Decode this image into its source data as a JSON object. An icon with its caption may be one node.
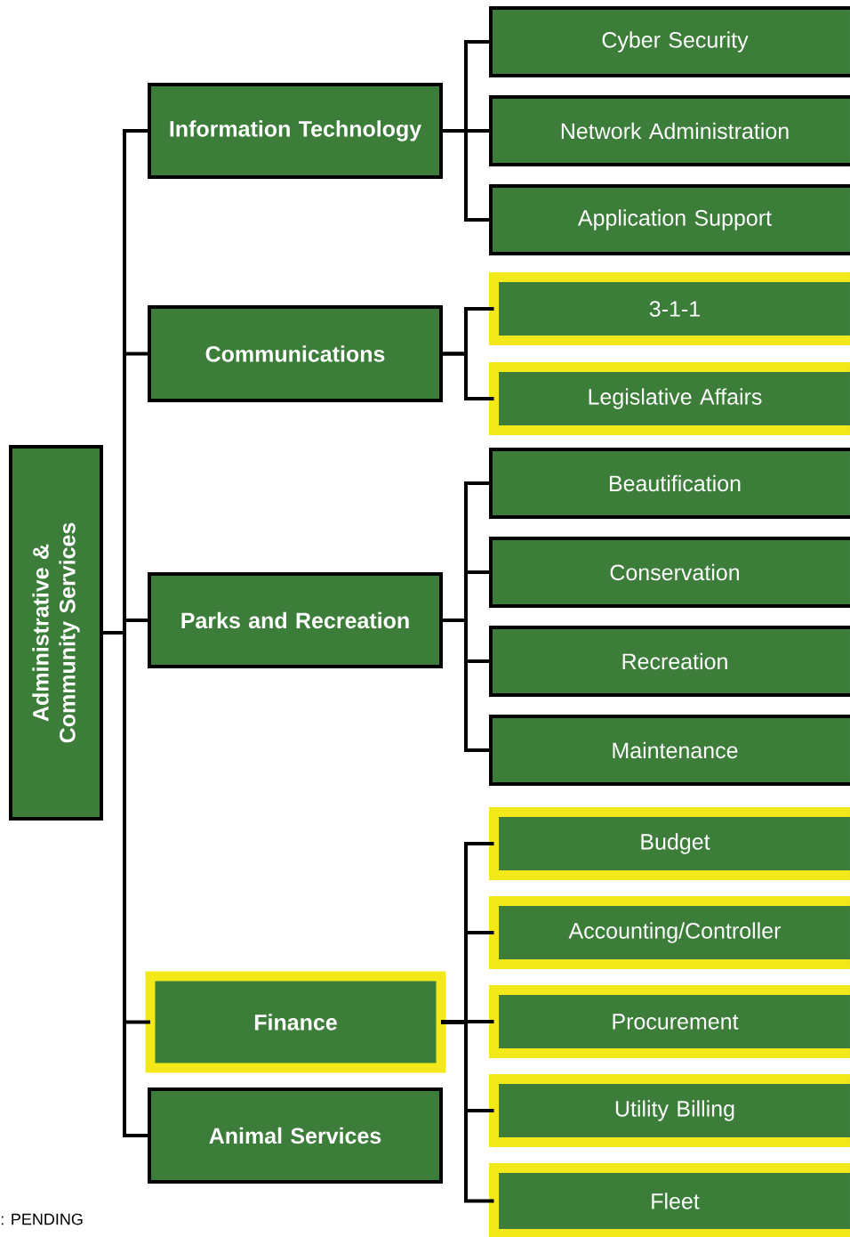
{
  "diagram": {
    "nodes": [
      {
        "text": [
          "Administrative & Community Services"
        ]
      },
      {
        "text": [
          "Information Technology"
        ]
      },
      {
        "text": [
          "Cyber Security"
        ]
      },
      {
        "text": [
          "Network Administration"
        ]
      },
      {
        "text": [
          "Application Support"
        ]
      },
      {
        "text": [
          "Communications"
        ]
      },
      {
        "text": [
          "3-1-1"
        ]
      },
      {
        "text": [
          "Legislative Affairs"
        ]
      },
      {
        "text": [
          "Parks and  Recreation"
        ]
      },
      {
        "text": [
          "Beautification"
        ]
      },
      {
        "text": [
          "Conservation"
        ]
      },
      {
        "text": [
          "Recreation"
        ]
      },
      {
        "text": [
          "Maintenance"
        ]
      },
      {
        "text": [
          "Finance"
        ]
      },
      {
        "text": [
          "Budget"
        ]
      },
      {
        "text": [
          "Accounting/Controller"
        ]
      },
      {
        "text": [
          "Procurement"
        ]
      },
      {
        "text": [
          "Utility Billing"
        ]
      },
      {
        "text": [
          "Fleet"
        ]
      },
      {
        "text": [
          "Animal Services"
        ]
      }
    ],
    "edges": [
      {
        "from": 0,
        "to": 1,
        "arrow": "none"
      },
      {
        "from": 0,
        "to": 5,
        "arrow": "none"
      },
      {
        "from": 0,
        "to": 8,
        "arrow": "none"
      },
      {
        "from": 0,
        "to": 13,
        "arrow": "none"
      },
      {
        "from": 0,
        "to": 19,
        "arrow": "none"
      },
      {
        "from": 1,
        "to": 2,
        "arrow": "none"
      },
      {
        "from": 1,
        "to": 3,
        "arrow": "none"
      },
      {
        "from": 1,
        "to": 4,
        "arrow": "none"
      },
      {
        "from": 5,
        "to": 6,
        "arrow": "none"
      },
      {
        "from": 5,
        "to": 7,
        "arrow": "none"
      },
      {
        "from": 8,
        "to": 9,
        "arrow": "none"
      },
      {
        "from": 8,
        "to": 10,
        "arrow": "none"
      },
      {
        "from": 8,
        "to": 11,
        "arrow": "none"
      },
      {
        "from": 8,
        "to": 12,
        "arrow": "none"
      },
      {
        "from": 13,
        "to": 14,
        "arrow": "none"
      },
      {
        "from": 13,
        "to": 15,
        "arrow": "none"
      },
      {
        "from": 13,
        "to": 16,
        "arrow": "none"
      },
      {
        "from": 13,
        "to": 17,
        "arrow": "none"
      },
      {
        "from": 13,
        "to": 18,
        "arrow": "none"
      }
    ],
    "labels": [
      ": PENDING"
    ]
  }
}
